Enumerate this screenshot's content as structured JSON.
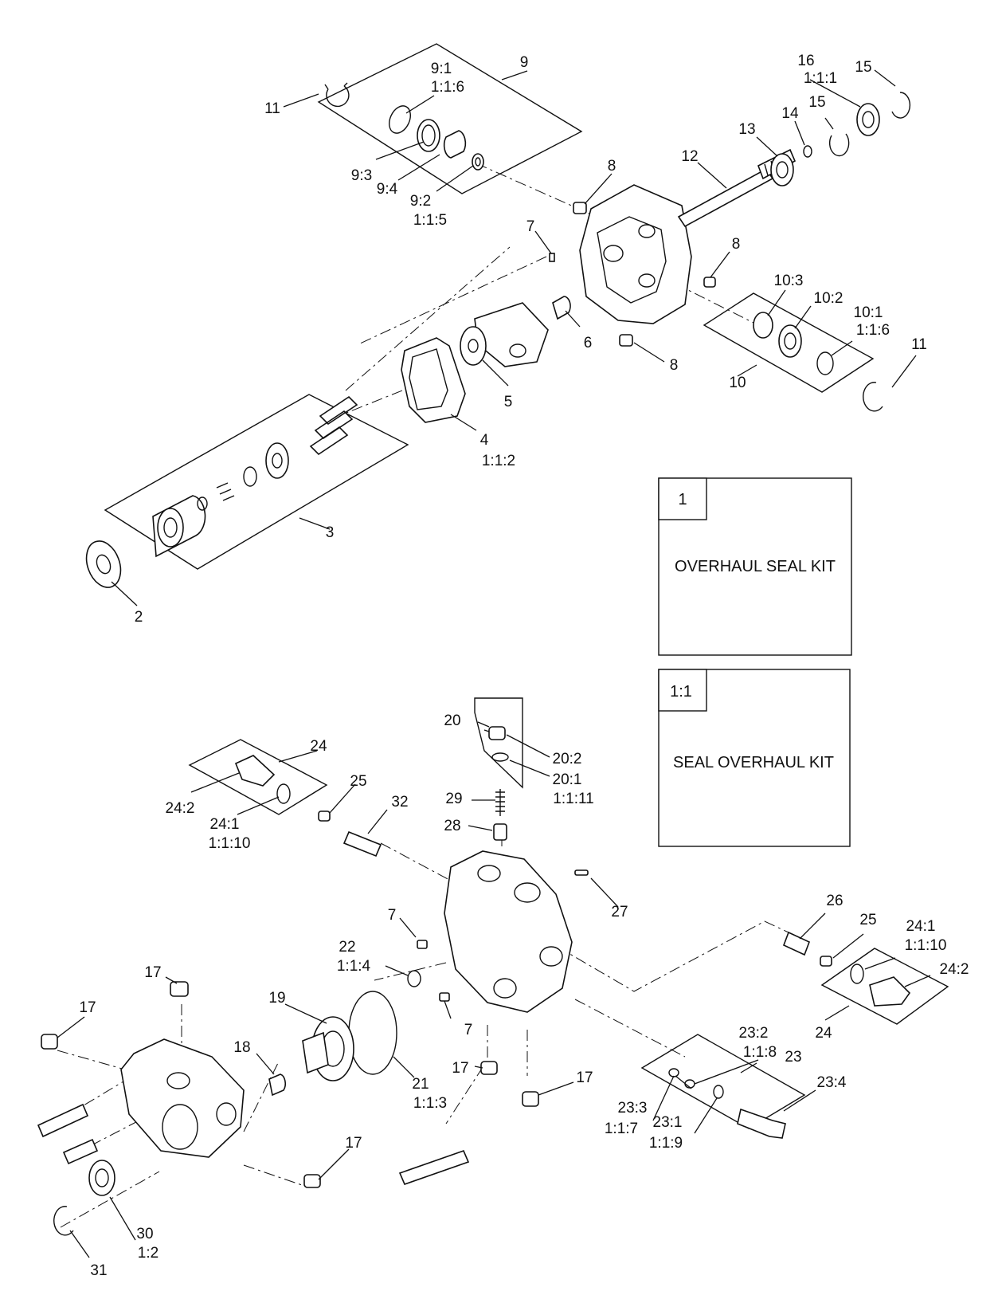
{
  "callouts": {
    "c11a": "11",
    "c9": "9",
    "c9_1": "9:1",
    "c9_1s": "1:1:6",
    "c9_3": "9:3",
    "c9_4": "9:4",
    "c9_2": "9:2",
    "c9_2s": "1:1:5",
    "c8a": "8",
    "c16": "16",
    "c16s": "1:1:1",
    "c15a": "15",
    "c15b": "15",
    "c14": "14",
    "c13": "13",
    "c12": "12",
    "c7a": "7",
    "c8b": "8",
    "c10_3": "10:3",
    "c10_2": "10:2",
    "c10_1": "10:1",
    "c10_1s": "1:1:6",
    "c6": "6",
    "c8c": "8",
    "c11b": "11",
    "c10": "10",
    "c5": "5",
    "c4": "4",
    "c4s": "1:1:2",
    "c3": "3",
    "c2": "2",
    "c20": "20",
    "c20_2": "20:2",
    "c20_1": "20:1",
    "c20_1s": "1:1:11",
    "c24a": "24",
    "c29": "29",
    "c25a": "25",
    "c32": "32",
    "c28": "28",
    "c24_2a": "24:2",
    "c24_1a": "24:1",
    "c24_1as": "1:1:10",
    "c27": "27",
    "c26": "26",
    "c25b": "25",
    "c24_1b": "24:1",
    "c24_1bs": "1:1:10",
    "c24_2b": "24:2",
    "c24b": "24",
    "c7b": "7",
    "c22": "22",
    "c22s": "1:1:4",
    "c7c": "7",
    "c17a": "17",
    "c17b": "17",
    "c19": "19",
    "c18": "18",
    "c17c": "17",
    "c23_2": "23:2",
    "c23_2s": "1:1:8",
    "c23": "23",
    "c23_4": "23:4",
    "c17d": "17",
    "c21": "21",
    "c21s": "1:1:3",
    "c23_3": "23:3",
    "c23_3s": "1:1:7",
    "c23_1": "23:1",
    "c23_1s": "1:1:9",
    "c17e": "17",
    "c30": "30",
    "c30s": "1:2",
    "c31": "31"
  },
  "kits": [
    {
      "number": "1",
      "title": "OVERHAUL SEAL KIT"
    },
    {
      "number": "1:1",
      "title": "SEAL OVERHAUL KIT"
    }
  ]
}
